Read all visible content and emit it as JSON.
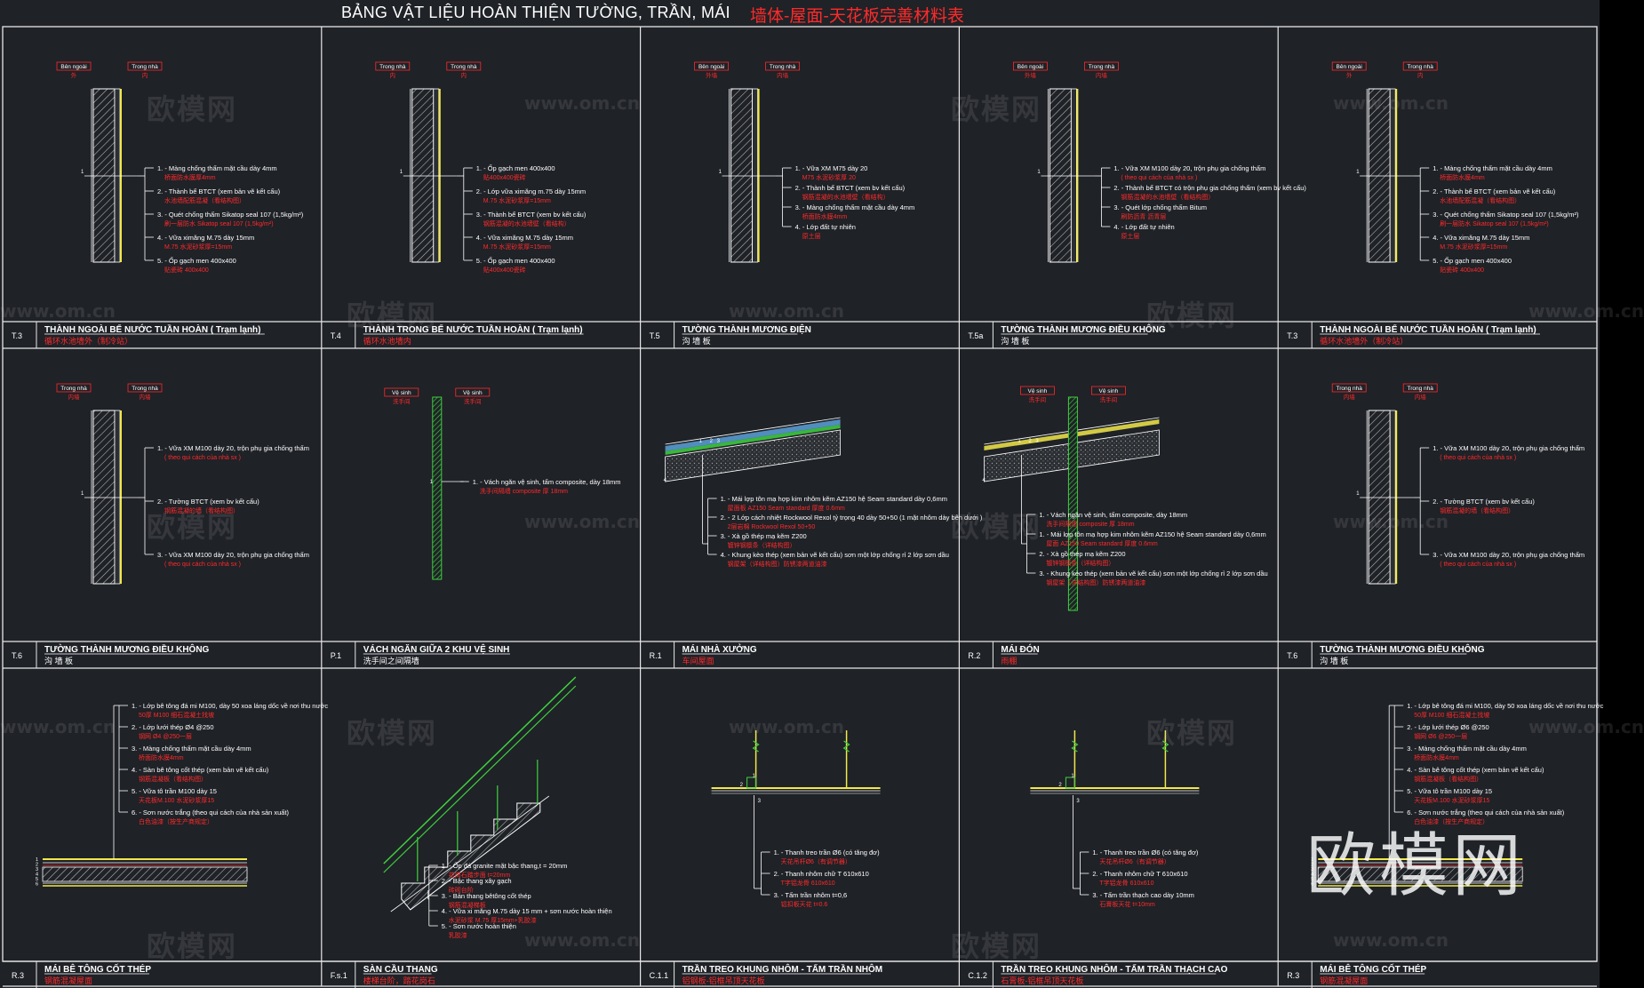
{
  "header": {
    "title_vn": "BẢNG VẬT LIỆU HOÀN THIỆN TƯỜNG, TRẦN, MÁI",
    "title_cn": "墙体-屋面-天花板完善材料表"
  },
  "watermark": {
    "logo_text": "欧模网",
    "url_text": "www.om.cn",
    "corner_logo": "欧模网"
  },
  "colors": {
    "background": "#1f2227",
    "grid": "#e8e8e8",
    "red": "#ff2a2a",
    "yellow": "#f2e84a",
    "green": "#3fd13f",
    "cyan": "#5aa0d8",
    "white": "#ffffff"
  },
  "panels": [
    {
      "code": "T.3",
      "title_vn": "THÀNH NGOÀI BỂ NƯỚC TUẦN HOÀN ( Trạm lạnh)",
      "title_cn": "循环水池墙外（制冷站）",
      "kind": "wall",
      "tags": [
        [
          "Bên ngoài",
          "外"
        ],
        [
          "Trong nhà",
          "内"
        ]
      ],
      "notes": [
        [
          "1. - Màng chống thấm mặt cầu dày 4mm",
          "桥面防水膜厚4mm"
        ],
        [
          "2. - Thành bể BTCT (xem bản vẽ kết cấu)",
          "水池墙配筋混凝（看结构图）"
        ],
        [
          "3. - Quét chống thấm Sikatop seal 107 (1,5kg/m²)",
          "刷一层防水 Sikatop seal 107 (1,5kg/m²)"
        ],
        [
          "4. - Vữa ximăng M.75 dày 15mm",
          "M.75 水泥砂浆厚=15mm"
        ],
        [
          "5. - Ốp gạch men 400x400",
          "贴瓷砖 400x400"
        ]
      ]
    },
    {
      "code": "T.4",
      "title_vn": "THÀNH TRONG BỂ NƯỚC TUẦN HOÀN ( Trạm lạnh)",
      "title_cn": "循环水池墙内",
      "kind": "wall",
      "tags": [
        [
          "Trong nhà",
          "内"
        ],
        [
          "Trong nhà",
          "内"
        ]
      ],
      "notes": [
        [
          "1. - Ốp gạch men 400x400",
          "贴400x400瓷砖"
        ],
        [
          "2. - Lớp vữa ximăng m.75 dày 15mm",
          "M.75 水泥砂浆厚=15mm"
        ],
        [
          "3. - Thành bể BTCT (xem bv kết cấu)",
          "钢筋混凝的水池墙壁（看结构）"
        ],
        [
          "4. - Vữa ximăng M.75 dày 15mm",
          "M.75 水泥砂浆厚=15mm"
        ],
        [
          "5. - Ốp gạch men 400x400",
          "贴400x400瓷砖"
        ]
      ]
    },
    {
      "code": "T.5",
      "title_vn": "TƯỜNG THÀNH MƯƠNG ĐIỆN",
      "title_cn": "沟 墙 板",
      "kind": "wall",
      "tags": [
        [
          "Bên ngoài",
          "外墙"
        ],
        [
          "Trong nhà",
          "内墙"
        ]
      ],
      "notes": [
        [
          "1. - Vữa XM M75 dày 20",
          "M75 水泥砂浆厚 20"
        ],
        [
          "2. - Thành bể BTCT (xem bv kết cấu)",
          "钢筋混凝的水池墙壁（看结构）"
        ],
        [
          "3. - Màng chống thấm mặt cầu dày 4mm",
          "桥面防水膜4mm"
        ],
        [
          "4. - Lớp đất tự nhiên",
          "原土层"
        ]
      ]
    },
    {
      "code": "T.5a",
      "title_vn": "TƯỜNG THÀNH MƯƠNG ĐIỀU KHÔNG",
      "title_cn": "沟 墙 板",
      "kind": "wall",
      "tags": [
        [
          "Bên ngoài",
          "外墙"
        ],
        [
          "Trong nhà",
          "内墙"
        ]
      ],
      "notes": [
        [
          "1. - Vữa XM M100 dày 20, trộn phụ gia chống thấm",
          "( theo qui cách của nhà sx )"
        ],
        [
          "2. - Thành bể BTCT có trộn phụ gia chống thấm (xem bv kết cấu)",
          "钢筋混凝的水池墙壁（看结构图）"
        ],
        [
          "3. - Quét lớp chống thấm Bitum",
          "刷防沥青 沥青层"
        ],
        [
          "4. - Lớp đất tự nhiên",
          "原土层"
        ]
      ]
    },
    {
      "code": "T.3",
      "title_vn": "THÀNH NGOÀI BỂ NƯỚC TUẦN HOÀN ( Trạm lạnh)",
      "title_cn": "循环水池墙外（制冷站）",
      "kind": "wall",
      "tags": [
        [
          "Bên ngoài",
          "外"
        ],
        [
          "Trong nhà",
          "内"
        ]
      ],
      "notes": [
        [
          "1. - Màng chống thấm mặt cầu dày 4mm",
          "桥面防水膜4mm"
        ],
        [
          "2. - Thành bể BTCT (xem bản vẽ kết cấu)",
          "水池墙配筋混凝（看结构图）"
        ],
        [
          "3. - Quét chống thấm Sikatop seal 107 (1,5kg/m²)",
          "刷一层防水 Sikatop seal 107 (1,5kg/m²)"
        ],
        [
          "4. - Vữa ximăng M.75 dày 15mm",
          "M.75 水泥砂浆厚=15mm"
        ],
        [
          "5. - Ốp gạch men 400x400",
          "贴瓷砖 400x400"
        ]
      ]
    },
    {
      "code": "T.6",
      "title_vn": "TƯỜNG THÀNH MƯƠNG ĐIỀU KHÔNG",
      "title_cn": "沟 墙 板",
      "kind": "wall",
      "tags": [
        [
          "Trong nhà",
          "内墙"
        ],
        [
          "Trong nhà",
          "内墙"
        ]
      ],
      "notes": [
        [
          "1. - Vữa XM M100 dày 20, trộn phụ gia chống thấm",
          "( theo qui cách của nhà sx )"
        ],
        [
          "2. - Tường BTCT (xem bv kết cấu)",
          "钢筋混凝的墙（看结构图）"
        ],
        [
          "3. - Vữa XM M100 dày 20, trộn phụ gia chống thấm",
          "( theo qui cách của nhà sx )"
        ]
      ]
    },
    {
      "code": "P.1",
      "title_vn": "VÁCH NGĂN GIỮA 2 KHU VỆ SINH",
      "title_cn": "洗手间之间隔墙",
      "kind": "partition",
      "tags": [
        [
          "Vệ sinh",
          "洗手间"
        ],
        [
          "Vệ sinh",
          "洗手间"
        ]
      ],
      "notes": [
        [
          "1. - Vách ngăn vệ sinh, tấm composite, dày 18mm",
          "洗手间隔墙 composite 厚 18mm"
        ]
      ]
    },
    {
      "code": "R.1",
      "title_vn": "MÁI NHÀ XƯỞNG",
      "title_cn": "车间屋面",
      "kind": "roof",
      "tags": [],
      "notes": [
        [
          "1. - Mái lợp tôn mạ hợp kim nhôm kẽm AZ150 hệ Seam standard dày 0,6mm",
          "屋面板 AZ150 Seam standard 厚度 0.6mm"
        ],
        [
          "2. - 2 Lớp cách nhiệt Rockwool Rexol tỷ trọng 40 dày 50+50 (1 mặt nhôm dày bên dưới )",
          "2层岩棉 Rockwool Rexol 50+50"
        ],
        [
          "3. - Xà gồ thép mạ kẽm Z200",
          "镀锌钢檩条（详结构图）"
        ],
        [
          "4. - Khung kèo thép (xem bản vẽ kết cấu) sơn một lớp chống rỉ 2 lớp sơn dầu",
          "钢屋架（详结构图）防锈漆两道油漆"
        ]
      ]
    },
    {
      "code": "R.2",
      "title_vn": "MÁI ĐÓN",
      "title_cn": "雨棚",
      "kind": "canopy",
      "tags": [
        [
          "Vệ sinh",
          "洗手间"
        ],
        [
          "Vệ sinh",
          "洗手间"
        ]
      ],
      "notes": [
        [
          "1. - Vách ngăn vệ sinh, tấm composite, dày 18mm",
          "洗手间隔墙 composite 厚 18mm"
        ],
        [
          "1. - Mái lợp tôn mạ hợp kim nhôm kẽm AZ150 hệ Seam standard dày 0,6mm",
          "屋面 AZ150 Seam standard 厚度 0.6mm"
        ],
        [
          "2. - Xà gồ thép mạ kẽm Z200",
          "镀锌钢檩条（详结构图）"
        ],
        [
          "3. - Khung kèo thép (xem bản vẽ kết cấu) sơn một lớp chống rỉ 2 lớp sơn dầu",
          "钢屋架（详结构图）防锈漆两道油漆"
        ]
      ]
    },
    {
      "code": "T.6",
      "title_vn": "TƯỜNG THÀNH MƯƠNG ĐIỀU KHÔNG",
      "title_cn": "沟 墙 板",
      "kind": "wall",
      "tags": [
        [
          "Trong nhà",
          "内墙"
        ],
        [
          "Trong nhà",
          "内墙"
        ]
      ],
      "notes": [
        [
          "1. - Vữa XM M100 dày 20, trộn phụ gia chống thấm",
          "( theo qui cách của nhà sx )"
        ],
        [
          "2. - Tường BTCT (xem bv kết cấu)",
          "钢筋混凝的墙（看结构图）"
        ],
        [
          "3. - Vữa XM M100 dày 20, trộn phụ gia chống thấm",
          "( theo qui cách của nhà sx )"
        ]
      ]
    },
    {
      "code": "R.3",
      "title_vn": "MÁI BÊ TÔNG CỐT THÉP",
      "title_cn": "钢筋混凝屋面",
      "kind": "slab",
      "tags": [],
      "notes": [
        [
          "1. - Lớp bê tông đá mi M100, dày 50 xoa láng dốc về nơi thu nước",
          "50厚 M100 细石混凝土找坡"
        ],
        [
          "2. - Lớp lưới thép Ø4 @250",
          "钢网 Ø4 @250一层"
        ],
        [
          "3. - Màng chống thấm mặt cầu dày 4mm",
          "桥面防水膜4mm"
        ],
        [
          "4. - Sàn bê tông cốt thép (xem bản vẽ kết cấu)",
          "钢筋混凝板（看结构图）"
        ],
        [
          "5. - Vữa tô trần M100 dày 15",
          "天花板M.100 水泥砂浆厚15"
        ],
        [
          "6. - Sơn nước trắng (theo qui cách của nhà sản xuất)",
          "白色油漆（按生产商规定）"
        ]
      ]
    },
    {
      "code": "F.s.1",
      "title_vn": "SÀN CẦU THANG",
      "title_cn": "楼梯台阶，踏花岗石",
      "kind": "stair",
      "tags": [],
      "notes": [
        [
          "1. - Ốp đá granite mặt bậc thang,t = 20mm",
          "花岗石踏步面 t=20mm"
        ],
        [
          "2. - Bậc thang xây gạch",
          "砖砌台阶"
        ],
        [
          "3. - Bản thang bêtông cốt thép",
          "钢筋混凝梯板"
        ],
        [
          "4. - Vữa xi măng M.75 dày 15 mm + sơn nước hoàn thiện",
          "水泥砂浆 M.75 厚15mm+乳胶漆"
        ],
        [
          "5. - Sơn nước hoàn thiện",
          "乳胶漆"
        ]
      ]
    },
    {
      "code": "C.1.1",
      "title_vn": "TRẦN TREO KHUNG NHÔM - TẤM TRẦN NHÔM",
      "title_cn": "铝钢板-铝框吊顶天花板",
      "kind": "ceiling",
      "tags": [],
      "notes": [
        [
          "1. - Thanh treo trần Ø6 (có tăng đơ)",
          "天花吊杆Ø6（有调节器）"
        ],
        [
          "2. - Thanh nhôm chữ T 610x610",
          "T字铝龙骨 610x610"
        ],
        [
          "3. - Tấm trần nhôm t=0,6",
          "铝扣板天花 t=0.6"
        ]
      ]
    },
    {
      "code": "C.1.2",
      "title_vn": "TRẦN TREO KHUNG NHÔM - TẤM TRẦN THẠCH CAO",
      "title_cn": "石膏板-铝框吊顶天花板",
      "kind": "ceiling",
      "tags": [],
      "notes": [
        [
          "1. - Thanh treo trần Ø6 (có tăng đơ)",
          "天花吊杆Ø6（有调节器）"
        ],
        [
          "2. - Thanh nhôm chữ T 610x610",
          "T字铝龙骨 610x610"
        ],
        [
          "3. - Tấm trần thạch cao dày 10mm",
          "石膏板天花 t=10mm"
        ]
      ]
    },
    {
      "code": "R.3",
      "title_vn": "MÁI BÊ TÔNG CỐT THÉP",
      "title_cn": "钢筋混凝屋面",
      "kind": "slab",
      "tags": [],
      "notes": [
        [
          "1. - Lớp bê tông đá mi M100, dày 50 xoa láng dốc về nơi thu nước",
          "50厚 M100 细石混凝土找坡"
        ],
        [
          "2. - Lớp lưới thép Ø6 @250",
          "钢网 Ø6 @250一层"
        ],
        [
          "3. - Màng chống thấm mặt cầu dày 4mm",
          "桥面防水膜4mm"
        ],
        [
          "4. - Sàn bê tông cốt thép (xem bản vẽ kết cấu)",
          "钢筋混凝板（看结构图）"
        ],
        [
          "5. - Vữa tô trần M100 dày 15",
          "天花板M.100 水泥砂浆厚15"
        ],
        [
          "6. - Sơn nước trắng (theo qui cách của nhà sản xuất)",
          "白色油漆（按生产商规定）"
        ]
      ]
    }
  ]
}
